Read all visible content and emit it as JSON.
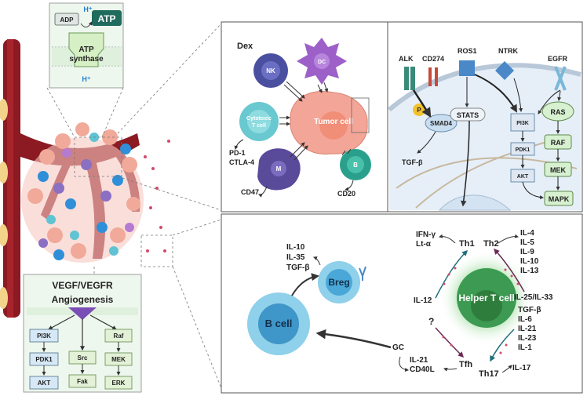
{
  "atp_panel": {
    "adp": "ADP",
    "atp": "ATP",
    "h_top": "H⁺",
    "synthase_1": "ATP",
    "synthase_2": "synthase",
    "h_bottom": "H⁺"
  },
  "vegf_panel": {
    "title_1": "VEGF/VEGFR",
    "title_2": "Angiogenesis",
    "left": [
      "PI3K",
      "PDK1",
      "AKT"
    ],
    "middle": [
      "Src",
      "Fak"
    ],
    "right": [
      "Raf",
      "MEK",
      "ERK"
    ]
  },
  "immune_panel": {
    "dex": "Dex",
    "nk": "NK",
    "dc": "DC",
    "cytotoxic_1": "Cytotoxic",
    "cytotoxic_2": "T cell",
    "tumor": "Tumor cell",
    "m": "M",
    "b": "B",
    "pd1": "PD-1",
    "ctla4": "CTLA-4",
    "cd47": "CD47",
    "cd20": "CD20"
  },
  "signaling_panel": {
    "alk": "ALK",
    "cd274": "CD274",
    "ros1": "ROS1",
    "ntrk": "NTRK",
    "egfr": "EGFR",
    "p": "P",
    "smad4": "SMAD4",
    "stats": "STATS",
    "tgfb": "TGF-β",
    "pi3k": "PI3K",
    "pdk1": "PDK1",
    "akt": "AKT",
    "ras": "RAS",
    "raf": "RAF",
    "mek": "MEK",
    "mapk": "MAPK"
  },
  "helper_panel": {
    "breg_cyto": [
      "IL-10",
      "IL-35",
      "TGF-β"
    ],
    "breg": "Breg",
    "bcell": "B cell",
    "th1_cyto": [
      "IFN-γ",
      "Lt-α"
    ],
    "th1": "Th1",
    "th2": "Th2",
    "th2_cyto": [
      "IL-4",
      "IL-5",
      "IL-9",
      "IL-10",
      "IL-13"
    ],
    "il12": "IL-12",
    "helper": "Helper T cell",
    "il25": "IL-25/IL-33",
    "th17_in": [
      "TGF-β",
      "IL-6",
      "IL-21",
      "IL-23",
      "IL-1"
    ],
    "question": "?",
    "gc": "GC",
    "tfh_cyto": [
      "IL-21",
      "CD40L"
    ],
    "tfh": "Tfh",
    "th17": "Th17",
    "il17": "IL-17"
  }
}
